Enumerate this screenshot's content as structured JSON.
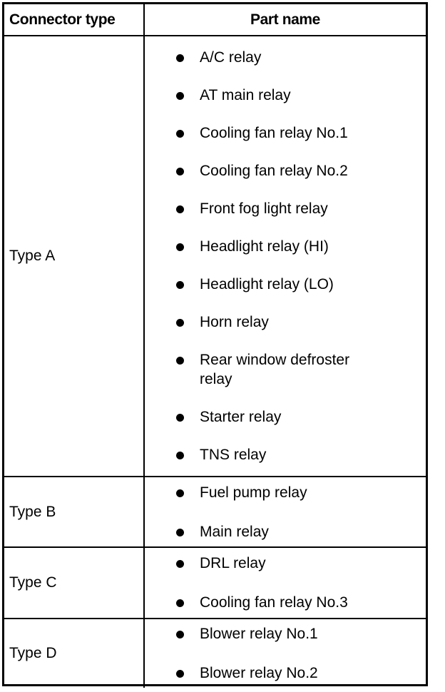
{
  "table": {
    "headers": {
      "connector_type": "Connector type",
      "part_name": "Part name"
    },
    "rows": [
      {
        "type_label": "Type A",
        "parts": [
          "A/C relay",
          "AT main relay",
          "Cooling fan relay No.1",
          "Cooling fan relay No.2",
          "Front fog light relay",
          "Headlight relay (HI)",
          "Headlight relay (LO)",
          "Horn relay",
          "Rear window defroster relay",
          "Starter relay",
          "TNS relay"
        ]
      },
      {
        "type_label": "Type B",
        "parts": [
          "Fuel pump relay",
          "Main relay"
        ]
      },
      {
        "type_label": "Type C",
        "parts": [
          "DRL relay",
          "Cooling fan relay No.3"
        ]
      },
      {
        "type_label": "Type D",
        "parts": [
          "Blower relay No.1",
          "Blower relay No.2"
        ]
      }
    ]
  },
  "colors": {
    "border": "#000000",
    "text": "#000000",
    "background": "#ffffff"
  }
}
